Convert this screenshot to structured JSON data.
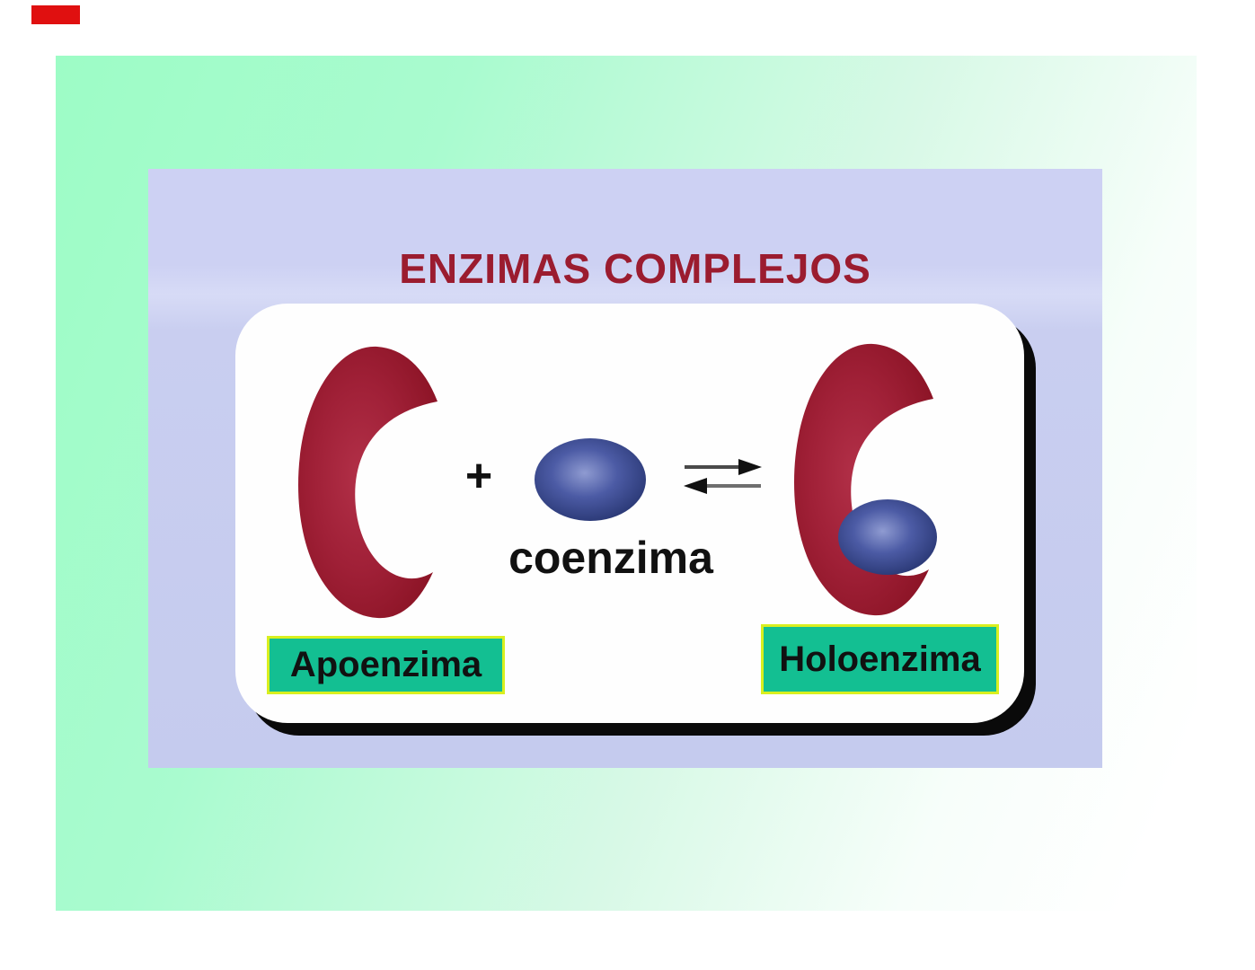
{
  "slide": {
    "title": "ENZIMAS COMPLEJOS",
    "diagram": {
      "plus_sign": "+",
      "coenzyme_caption": "coenzima",
      "apoenzyme_label": "Apoenzima",
      "holoenzyme_label": "Holoenzima"
    }
  },
  "colors": {
    "stage_green": "#9dfcc6",
    "panel_lavender": "#ccd1f2",
    "title_red": "#9b1c2f",
    "crescent_red_dark": "#8c1426",
    "crescent_red_mid": "#a02037",
    "crescent_red_light": "#b23048",
    "coenzyme_blue_dark": "#26346f",
    "coenzyme_blue_mid": "#4c5ba5",
    "coenzyme_blue_light": "#8f9bd1",
    "label_box_green": "#13bf92",
    "label_border_yellow": "#d9ef1f",
    "card_white": "#fefefe",
    "card_shadow_black": "#0a0a0a",
    "text_black": "#111111",
    "arrow_shaft_gray": "#4a4a4a",
    "corner_mark_red": "#e01010"
  }
}
